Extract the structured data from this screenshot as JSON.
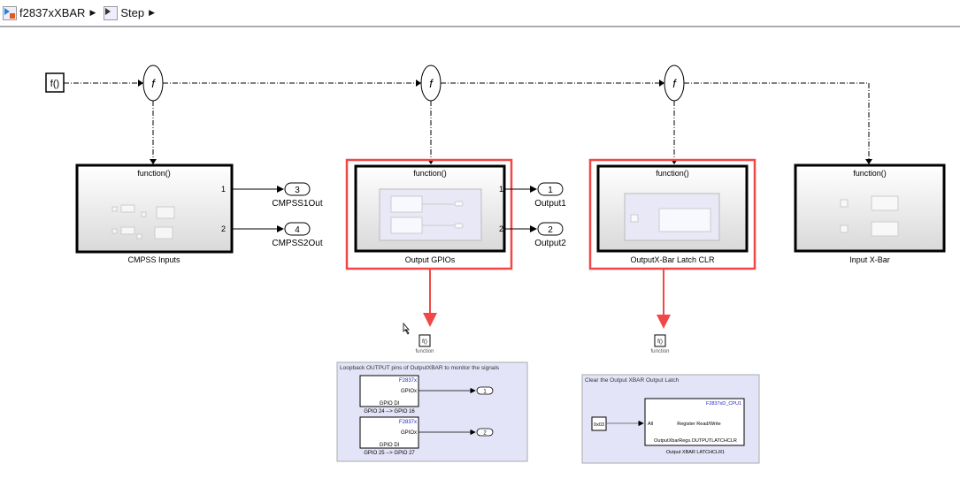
{
  "breadcrumb": {
    "items": [
      {
        "label": "f2837xXBAR",
        "icon": "model-icon"
      },
      {
        "label": "Step",
        "icon": "subsystem-icon"
      }
    ]
  },
  "diagram": {
    "trigger": {
      "label": "f()"
    },
    "splitter_glyph": "f",
    "blocks": [
      {
        "title": "function()",
        "name": "CMPSS Inputs",
        "ports": [
          "1",
          "2"
        ],
        "outputs": [
          {
            "num": "3",
            "label": "CMPSS1Out"
          },
          {
            "num": "4",
            "label": "CMPSS2Out"
          }
        ]
      },
      {
        "title": "function()",
        "name": "Output GPIOs",
        "ports": [
          "1",
          "2"
        ],
        "outputs": [
          {
            "num": "1",
            "label": "Output1"
          },
          {
            "num": "2",
            "label": "Output2"
          }
        ],
        "highlighted": true
      },
      {
        "title": "function()",
        "name": "OutputX-Bar Latch CLR",
        "highlighted": true
      },
      {
        "title": "function()",
        "name": "Input X-Bar"
      }
    ],
    "highlight_color": "#f04848",
    "subsystem1": {
      "fn_icon": "f()",
      "fn_label": "function",
      "annotation": "Loopback OUTPUT pins of OutputXBAR to monitor the signals",
      "gpio_blocks": [
        {
          "target": "F2837x",
          "port": "GPIOx",
          "type": "GPIO DI",
          "name": "GPIO 24 --> GPIO 16",
          "out": "1"
        },
        {
          "target": "F2837x",
          "port": "GPIOx",
          "type": "GPIO DI",
          "name": "GPIO 25 --> GPIO 27",
          "out": "2"
        }
      ]
    },
    "subsystem2": {
      "fn_icon": "f()",
      "fn_label": "function",
      "annotation": "Clear the Output XBAR Output Latch",
      "constant": "0x03",
      "reg_block": {
        "target": "F2837xD_CPU1",
        "port": "All",
        "title": "Register Read/Write",
        "register": "OutputXbarRegs.OUTPUTLATCHCLR",
        "name": "Output XBAR LATCHCLR1"
      }
    }
  }
}
